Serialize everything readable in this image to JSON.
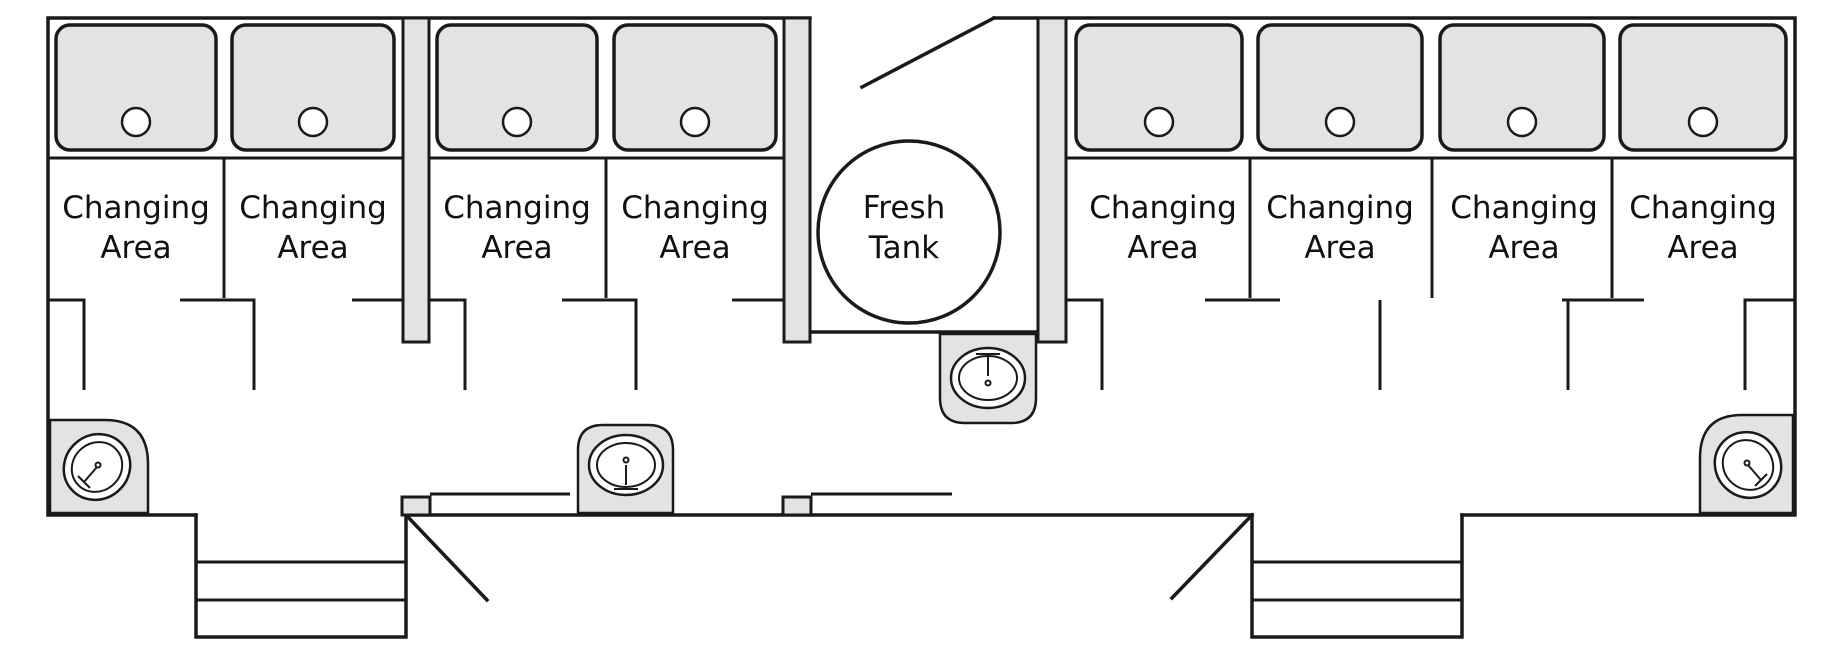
{
  "rooms": [
    {
      "line1": "Changing",
      "line2": "Area"
    },
    {
      "line1": "Changing",
      "line2": "Area"
    },
    {
      "line1": "Changing",
      "line2": "Area"
    },
    {
      "line1": "Changing",
      "line2": "Area"
    },
    {
      "line1": "Changing",
      "line2": "Area"
    },
    {
      "line1": "Changing",
      "line2": "Area"
    },
    {
      "line1": "Changing",
      "line2": "Area"
    },
    {
      "line1": "Changing",
      "line2": "Area"
    }
  ],
  "tank": {
    "line1": "Fresh",
    "line2": "Tank"
  },
  "colors": {
    "fixture_fill": "#e3e3e3",
    "line": "#1a1a1a",
    "background": "#ffffff"
  },
  "counts": {
    "showers": 8,
    "changing_areas": 8,
    "sinks": 4,
    "entry_steps": 2,
    "tanks": 1
  }
}
